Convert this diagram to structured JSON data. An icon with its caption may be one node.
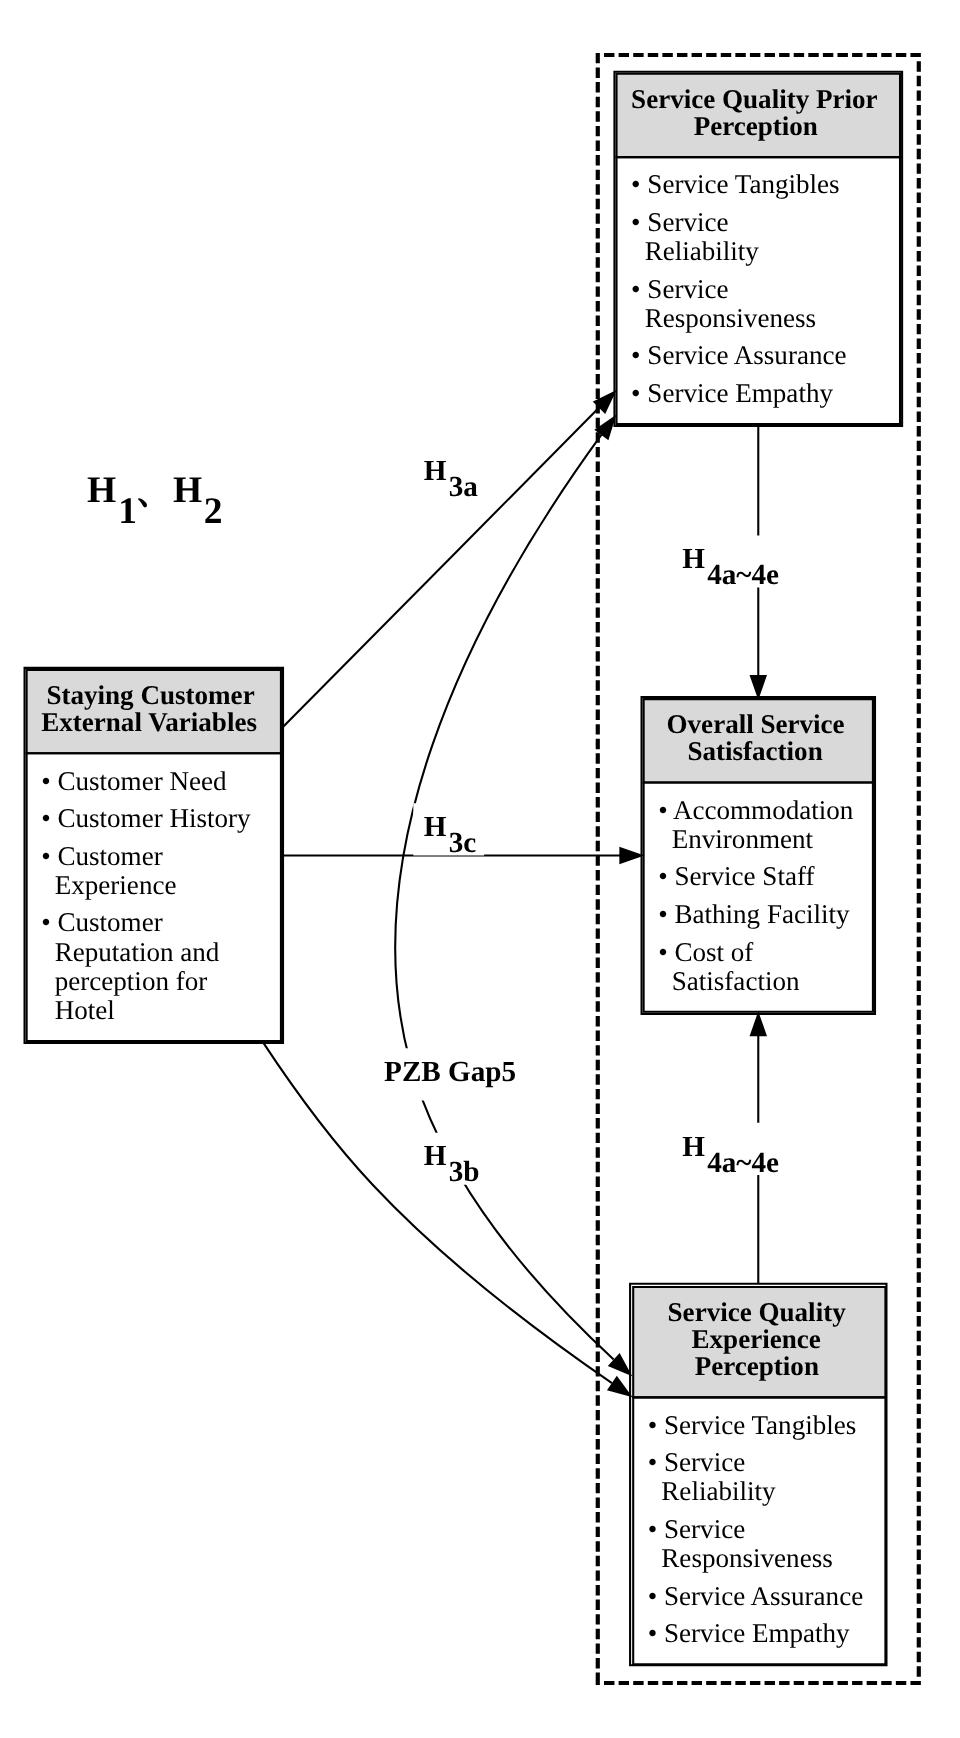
{
  "diagram": {
    "nodes": [
      {
        "text": [],
        "shape": "box"
      },
      {
        "text": [
          "Service Quality Prior Perception",
          "• Service Tangibles",
          "• Service Reliability",
          "• Service Responsiveness",
          "• Service Assurance",
          "• Service Empathy"
        ],
        "in": 0
      },
      {
        "text": [
          "Staying Customer External Variables",
          "• Customer Need",
          "• Customer History",
          "• Customer Experience",
          "• Customer Reputation and perception for Hotel"
        ]
      },
      {
        "text": [
          "Overall Service Satisfaction",
          "• Accommodation Environment",
          "• Service Staff",
          "• Bathing Facility",
          "• Cost of Satisfaction"
        ],
        "in": 0
      },
      {
        "text": [
          "Service Quality Experience Perception",
          "• Service Tangibles",
          "• Service Reliability",
          "• Service Responsiveness",
          "• Service Assurance",
          "• Service Empathy"
        ],
        "in": 0
      }
    ],
    "edges": [
      {
        "from": 2,
        "to": 1,
        "arrow": "to",
        "label": "H$_{3a}$"
      },
      {
        "from": 2,
        "to": 3,
        "arrow": "to",
        "label": "H$_{3c}$"
      },
      {
        "from": 2,
        "to": 4,
        "arrow": "to",
        "label": "H$_{3b}$"
      },
      {
        "from": 1,
        "to": 3,
        "arrow": "to",
        "label": "H$_{4a~4e}$"
      },
      {
        "from": 4,
        "to": 3,
        "arrow": "to",
        "label": "H$_{4a~4e}$"
      },
      {
        "from": 1,
        "to": 4,
        "arrow": "both",
        "label": "PZB Gap5"
      }
    ],
    "labels": [
      "H$_{1}$、H$_{2}$"
    ]
  }
}
